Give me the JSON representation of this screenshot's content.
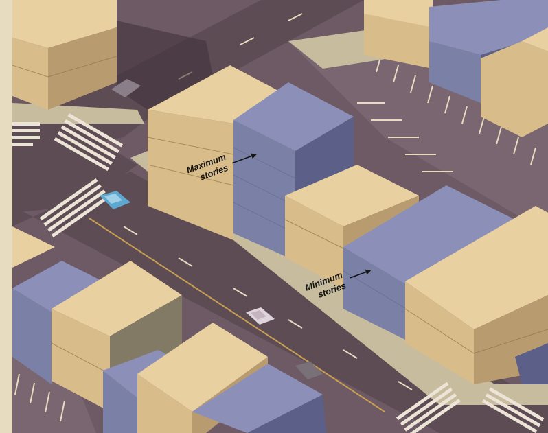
{
  "labels": {
    "maximum_line1": "Maximum",
    "maximum_line2": "stories",
    "minimum_line1": "Minimum",
    "minimum_line2": "stories"
  },
  "colors": {
    "border": "#e8dcc0",
    "street": "#5e4c55",
    "sidewalk": "#c8bc9e",
    "parking_lot": "#7a6670",
    "tan_top": "#e8d0a0",
    "tan_side": "#d8bc8a",
    "tan_dark": "#b89c70",
    "blue_top": "#8c90b8",
    "blue_side": "#7a80a6",
    "blue_dark": "#5c6088",
    "shadow_roof": "#827a64",
    "crosswalk": "#ece4d6",
    "center_line": "#c8a050"
  },
  "icons": [
    "arrow-right-icon",
    "arrow-right-icon"
  ]
}
